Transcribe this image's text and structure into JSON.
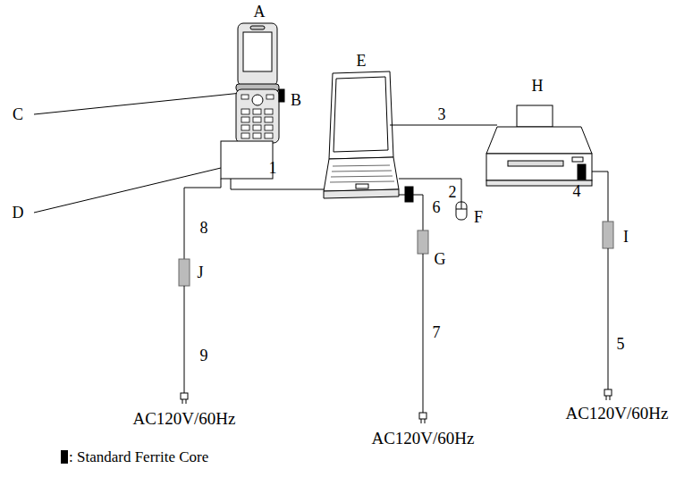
{
  "diagram": {
    "labels": [
      "A",
      "B",
      "C",
      "D",
      "E",
      "F",
      "G",
      "H",
      "I",
      "J",
      "1",
      "2",
      "3",
      "4",
      "5",
      "6",
      "7",
      "8",
      "9",
      "AC120V/60Hz",
      "AC120V/60Hz",
      "AC120V/60Hz"
    ],
    "legend": [
      {
        "text": ": Standard Ferrite Core",
        "color": "#000000"
      }
    ]
  }
}
